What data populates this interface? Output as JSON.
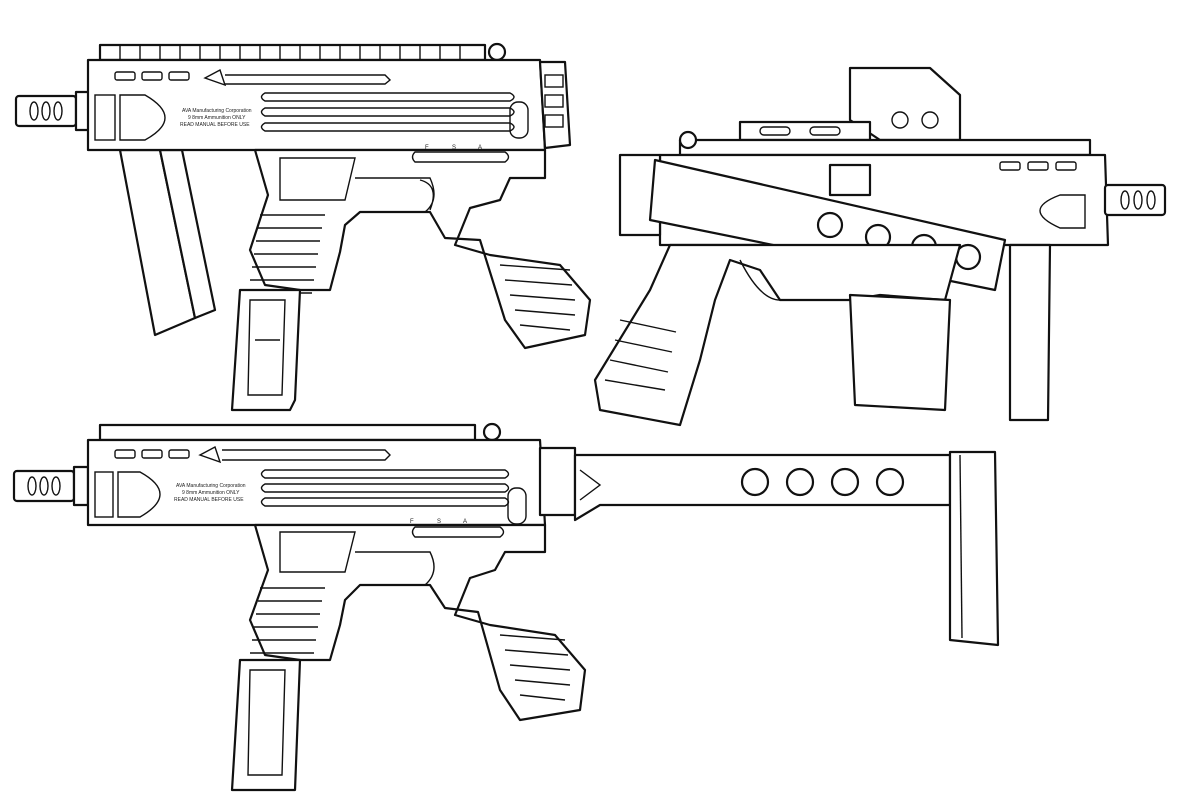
{
  "artwork": {
    "style": "black line-art coloring page",
    "background": "#ffffff",
    "stroke": "#111111",
    "weapons": [
      {
        "id": "top-left",
        "description": "compact submachine gun, stock folded down, facing left",
        "engraving": [
          "AVA Manufacturing Corporation",
          "9 8mm Ammunition ONLY",
          "READ MANUAL BEFORE USE"
        ],
        "selector_marks": [
          "F",
          "S",
          "A"
        ]
      },
      {
        "id": "middle-right",
        "description": "submachine gun with folded skeleton stock and holographic sight, facing right",
        "engraving": [],
        "selector_marks": []
      },
      {
        "id": "bottom",
        "description": "submachine gun with extended skeleton stock, facing left",
        "engraving": [
          "AVA Manufacturing Corporation",
          "9 8mm Ammunition ONLY",
          "READ MANUAL BEFORE USE"
        ],
        "selector_marks": [
          "F",
          "S",
          "A"
        ]
      }
    ]
  }
}
